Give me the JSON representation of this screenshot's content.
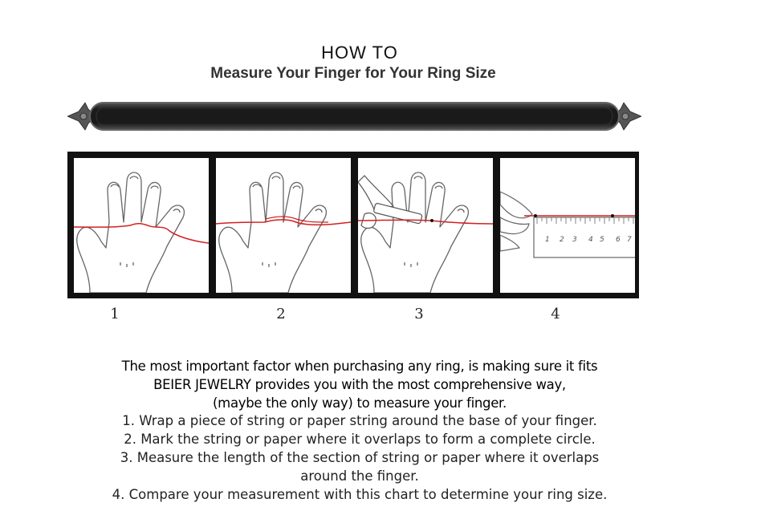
{
  "header": {
    "title": "HOW  TO",
    "subtitle": "Measure Your Finger for Your Ring Size"
  },
  "steps": {
    "numbers": [
      "1",
      "2",
      "3",
      "4"
    ],
    "ruler_ticks": [
      "1",
      "2",
      "3",
      "4",
      "5",
      "6",
      "7"
    ]
  },
  "instructions": {
    "intro": [
      "The most important factor when purchasing any ring, is making sure it fits",
      "BEIER JEWELRY provides you with the most comprehensive way,",
      "(maybe the only way) to measure your finger."
    ],
    "steps": [
      "1. Wrap a piece of string or paper string around the base of your finger.",
      "2. Mark the string or paper where it overlaps to form a complete circle.",
      "3. Measure the length of the section of string or paper where it overlaps",
      "around the finger.",
      "4. Compare your measurement with this chart to determine your ring size."
    ]
  },
  "colors": {
    "string_red": "#d42020",
    "frame_black": "#111111",
    "banner_dark": "#1c1c1c"
  }
}
